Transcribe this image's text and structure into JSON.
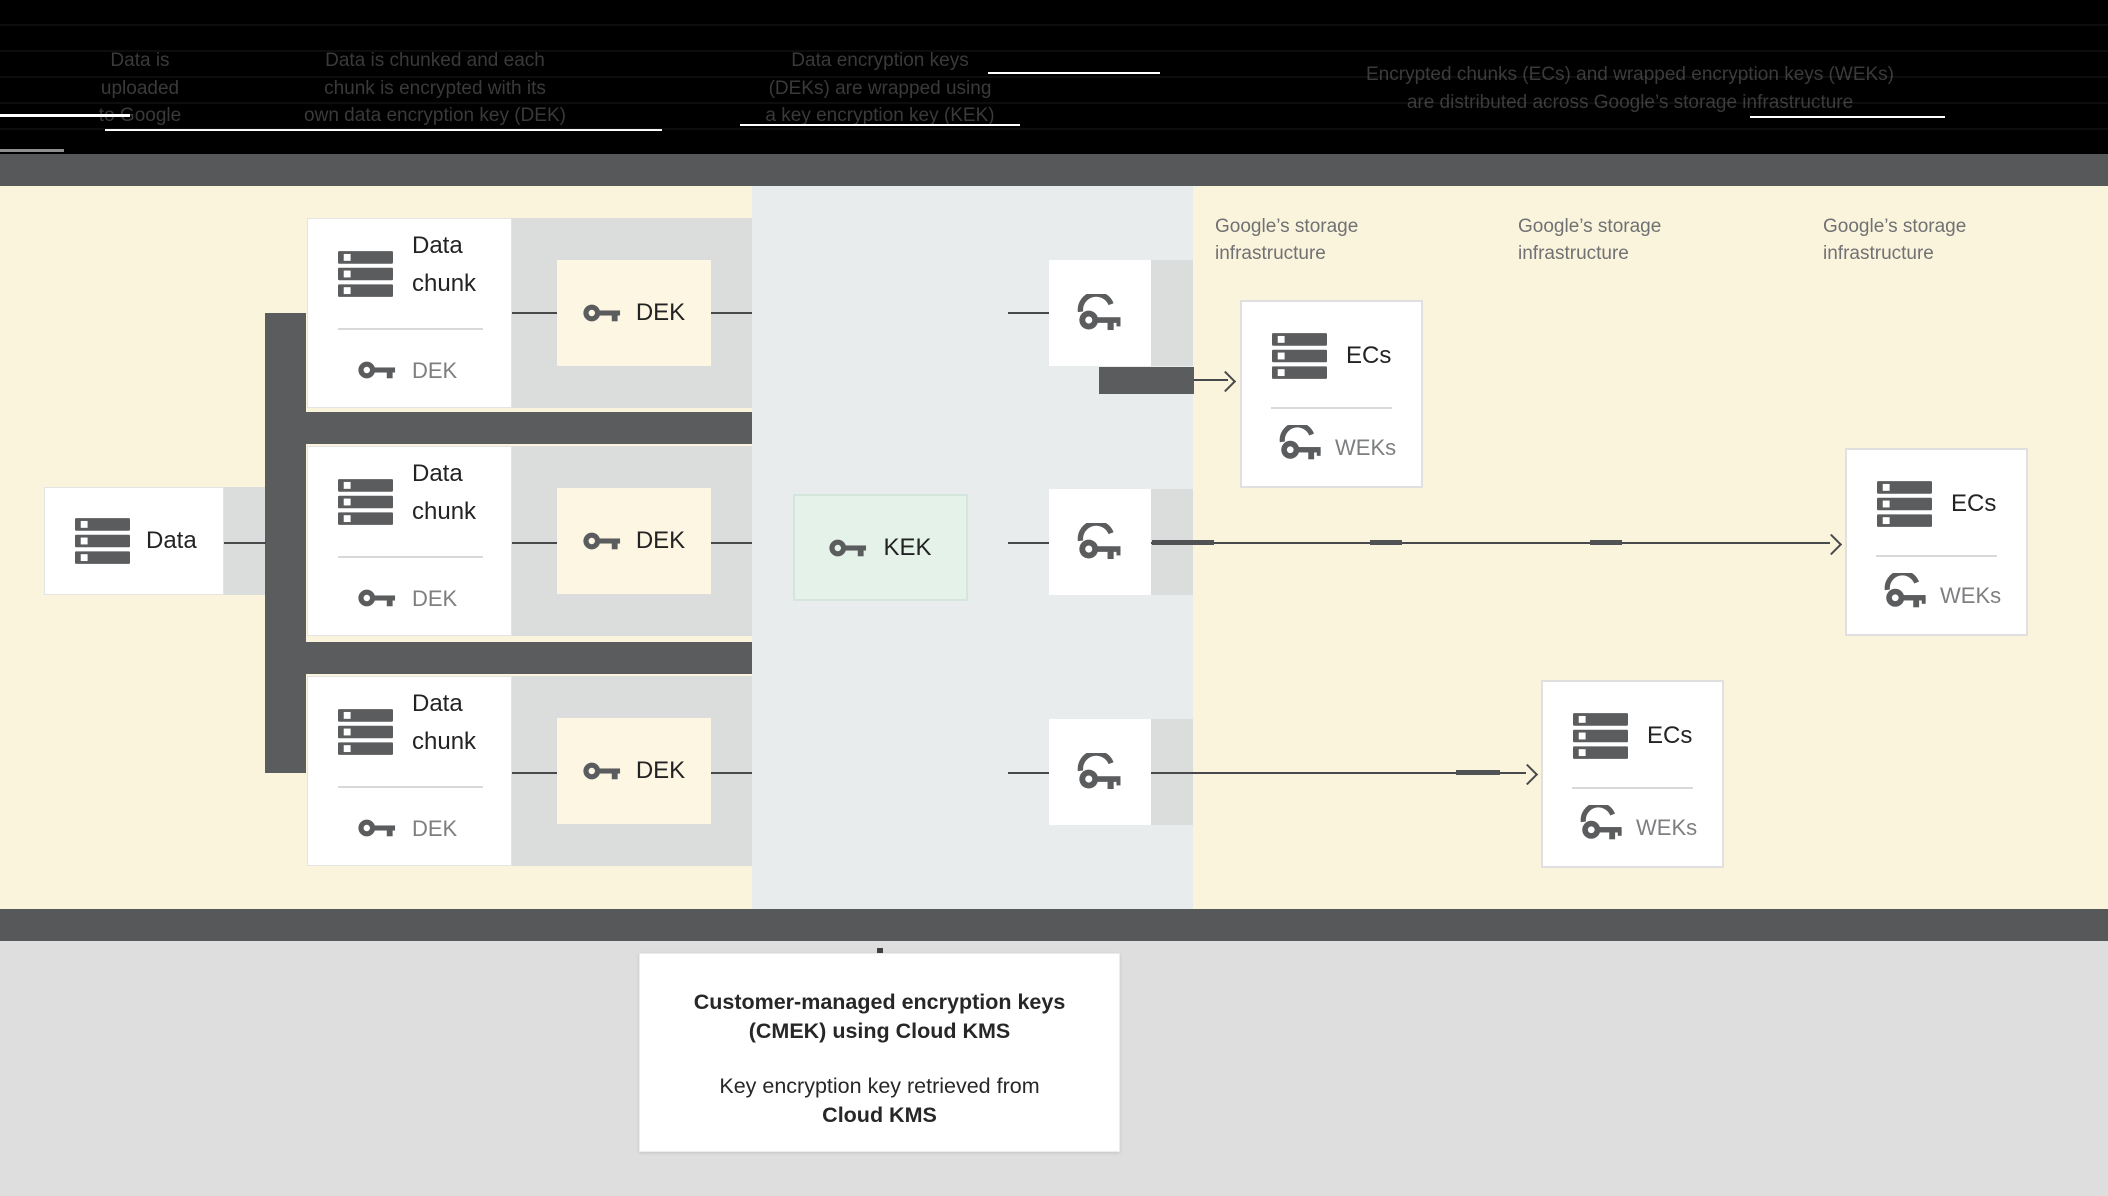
{
  "header": {
    "steps": [
      {
        "lines": [
          "Data is",
          "uploaded",
          "to Google"
        ]
      },
      {
        "lines": [
          "Data is chunked and each",
          "chunk is encrypted with its",
          "own data encryption key (DEK)"
        ]
      },
      {
        "lines": [
          "Data encryption keys",
          "(DEKs) are wrapped using",
          "a key encryption key (KEK)"
        ]
      },
      {
        "lines": [
          "Encrypted chunks (ECs) and wrapped encryption keys (WEKs)",
          "are distributed across Google’s storage infrastructure"
        ]
      }
    ]
  },
  "diagram": {
    "data_box": {
      "label": "Data"
    },
    "rows": [
      {
        "chunk_label": "Data chunk",
        "chunk_key_label": "DEK",
        "dek_label": "DEK"
      },
      {
        "chunk_label": "Data chunk",
        "chunk_key_label": "DEK",
        "dek_label": "DEK"
      },
      {
        "chunk_label": "Data chunk",
        "chunk_key_label": "DEK",
        "dek_label": "DEK"
      }
    ],
    "kek_box": {
      "label": "KEK"
    },
    "storage_labels": [
      "Google’s storage infrastructure",
      "Google’s storage infrastructure",
      "Google’s storage infrastructure"
    ],
    "ec_boxes": [
      {
        "label": "ECs",
        "key_label": "WEKs"
      },
      {
        "label": "ECs",
        "key_label": "WEKs"
      },
      {
        "label": "ECs",
        "key_label": "WEKs"
      }
    ]
  },
  "footer": {
    "card": {
      "title": "Customer-managed encryption keys (CMEK) using Cloud KMS",
      "subtitle_prefix": "Key encryption key retrieved from",
      "subtitle_bold": "Cloud KMS"
    }
  },
  "icons": {
    "storage": "storage-icon",
    "key": "key-icon",
    "wrapped_key": "wrapped-key-icon"
  },
  "colors": {
    "background_cream": "#FBF4DD",
    "kms_band_blue_gray": "#E9ECEC",
    "connector_dark_gray": "#5A5C5E",
    "separator_gray": "#57585A",
    "light_gray_band": "#DBDDDC",
    "kek_green": "#E5F2EA",
    "footer_gray": "#DEDEDE",
    "header_black": "#000000"
  }
}
